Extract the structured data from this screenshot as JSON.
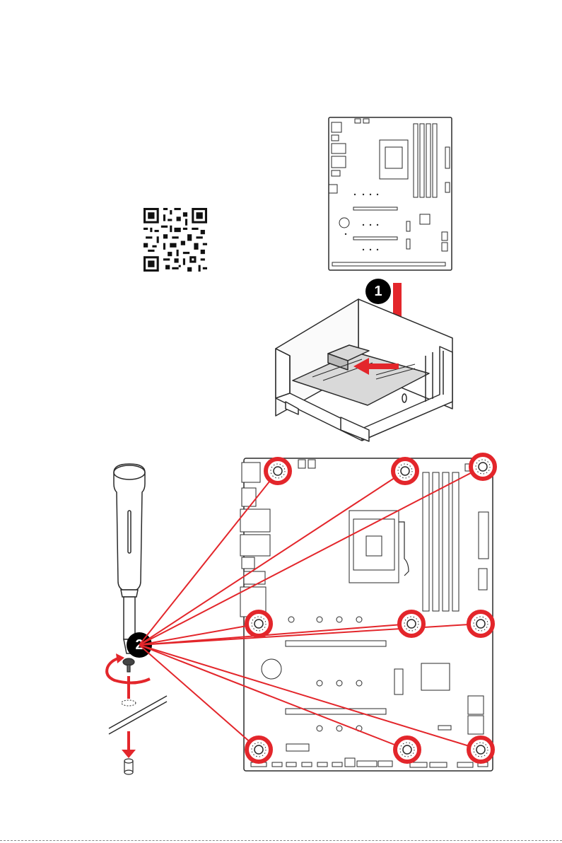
{
  "steps": [
    {
      "number": "1"
    },
    {
      "number": "2"
    }
  ],
  "colors": {
    "accent": "#e3262b",
    "ink": "#2a2a2a",
    "board": "#ffffff",
    "shade": "#d9d9d9"
  },
  "icons": [
    "qr-code-icon",
    "screwdriver-icon",
    "screw-icon",
    "standoff-icon",
    "rotate-arrow-icon",
    "down-arrow-icon"
  ],
  "screw_holes_count_shown": 9
}
